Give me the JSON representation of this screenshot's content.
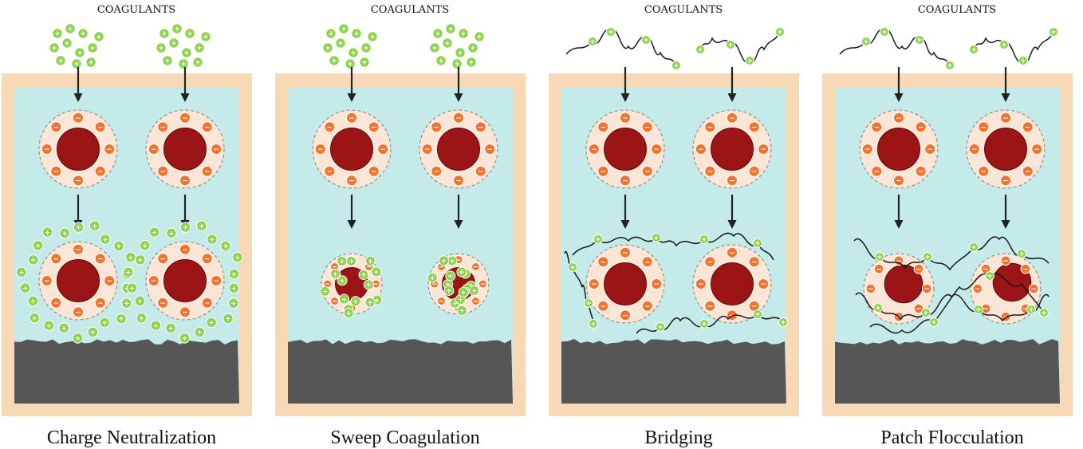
{
  "colors": {
    "tank_wall": "#f7d9b5",
    "water": "#c4ebea",
    "sediment": "#565657",
    "particle_core": "#9b1416",
    "particle_halo": "#fbe5d6",
    "negative_ion": "#f0742f",
    "coagulant": "#8fd14f",
    "polymer": "#1a1a1a"
  },
  "panels": [
    {
      "id": "charge-neutralization",
      "top_label": "COAGULANTS",
      "caption": "Charge Neutralization",
      "coagulant_form": "ions",
      "result": "neutralized"
    },
    {
      "id": "sweep-coagulation",
      "top_label": "COAGULANTS",
      "caption": "Sweep Coagulation",
      "coagulant_form": "ions",
      "result": "swept"
    },
    {
      "id": "bridging",
      "top_label": "COAGULANTS",
      "caption": "Bridging",
      "coagulant_form": "polymer",
      "result": "bridged"
    },
    {
      "id": "patch-flocculation",
      "top_label": "COAGULANTS",
      "caption": "Patch Flocculation",
      "coagulant_form": "polymer",
      "result": "patched"
    }
  ],
  "icons": {
    "negative": "−",
    "positive": "+"
  }
}
